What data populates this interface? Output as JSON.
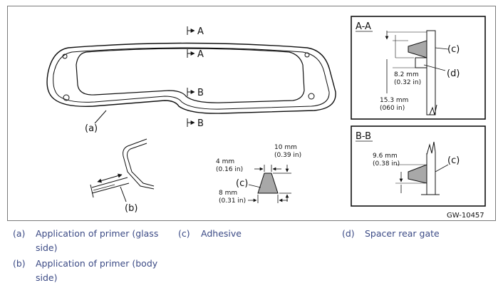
{
  "figure": {
    "id": "GW-10457",
    "main_view": {
      "section_a_top": "A",
      "section_a_inner": "A",
      "section_b_top": "B",
      "section_b_bottom": "B",
      "callout_a": "(a)"
    },
    "primer_detail": {
      "callout_b": "(b)"
    },
    "adhesive_detail": {
      "callout_c": "(c)",
      "top_width_mm": "4 mm",
      "top_width_in": "(0.16 in)",
      "height_mm": "10 mm",
      "height_in": "(0.39 in)",
      "base_width_mm": "8 mm",
      "base_width_in": "(0.31 in)"
    },
    "section_aa": {
      "title": "A-A",
      "callout_c": "(c)",
      "callout_d": "(d)",
      "dim1_mm": "8.2 mm",
      "dim1_in": "(0.32 in)",
      "dim2_mm": "15.3 mm",
      "dim2_in": "(060 in)"
    },
    "section_bb": {
      "title": "B-B",
      "callout_c": "(c)",
      "dim_mm": "9.6 mm",
      "dim_in": "(0.38 in)"
    }
  },
  "legend": [
    {
      "key": "(a)",
      "line1": "Application of primer (glass",
      "line2": "side)"
    },
    {
      "key": "(b)",
      "line1": "Application of primer (body",
      "line2": "side)"
    },
    {
      "key": "(c)",
      "line1": "Adhesive",
      "line2": ""
    },
    {
      "key": "(d)",
      "line1": "Spacer rear gate",
      "line2": ""
    }
  ],
  "colors": {
    "legend_text": "#3b4a85",
    "line": "#111111",
    "adhesive_fill": "#a8a8a8"
  }
}
